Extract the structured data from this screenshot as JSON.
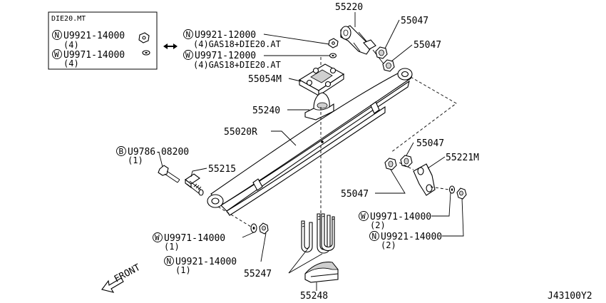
{
  "inset": {
    "title": "DIE20.MT",
    "line1_prefix": "N",
    "line1_part": "U9921-14000",
    "line1_qty": "(4)",
    "line2_prefix": "W",
    "line2_part": "U9971-14000",
    "line2_qty": "(4)"
  },
  "notes": {
    "nut_prefix": "N",
    "nut_part": "U9921-12000",
    "nut_qty": "(4)GAS18+DIE20.AT",
    "washer_prefix": "W",
    "washer_part": "U9971-12000",
    "washer_qty": "(4)GAS18+DIE20.AT"
  },
  "labels": {
    "p55220": "55220",
    "p55047_a": "55047",
    "p55047_b": "55047",
    "p55054m": "55054M",
    "p55240": "55240",
    "p55020r": "55020R",
    "p55047_c": "55047",
    "p55221m": "55221M",
    "p55047_d": "55047",
    "p55215": "55215",
    "p55247": "55247",
    "p55248": "55248"
  },
  "callouts": {
    "bolt_prefix": "B",
    "bolt_part": "U9786-08200",
    "bolt_qty": "(1)",
    "w_left_prefix": "W",
    "w_left_part": "U9971-14000",
    "w_left_qty": "(1)",
    "n_left_prefix": "N",
    "n_left_part": "U9921-14000",
    "n_left_qty": "(1)",
    "w_right_prefix": "W",
    "w_right_part": "U9971-14000",
    "w_right_qty": "(2)",
    "n_right_prefix": "N",
    "n_right_part": "U9921-14000",
    "n_right_qty": "(2)"
  },
  "front_label": "FRONT",
  "diagram_code": "J43100Y2"
}
